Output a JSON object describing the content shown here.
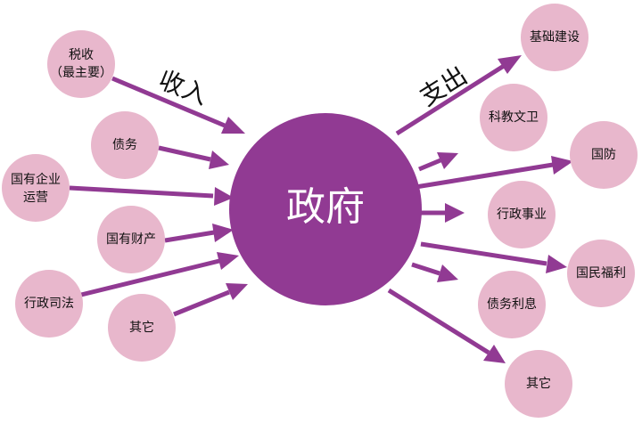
{
  "center": {
    "label": "政府"
  },
  "income": {
    "heading": "收入",
    "sources": [
      {
        "label_line1": "税收",
        "label_line2": "（最主要）"
      },
      {
        "label_line1": "债务"
      },
      {
        "label_line1": "国有企业",
        "label_line2": "运营"
      },
      {
        "label_line1": "国有财产"
      },
      {
        "label_line1": "行政司法"
      },
      {
        "label_line1": "其它"
      }
    ]
  },
  "expenditure": {
    "heading": "支出",
    "items": [
      {
        "label": "基础建设"
      },
      {
        "label": "科教文卫"
      },
      {
        "label": "国防"
      },
      {
        "label": "行政事业"
      },
      {
        "label": "国民福利"
      },
      {
        "label": "债务利息"
      },
      {
        "label": "其它"
      }
    ]
  },
  "colors": {
    "accent": "#913a93",
    "node": "#e8b7cc",
    "text": "#111111"
  }
}
